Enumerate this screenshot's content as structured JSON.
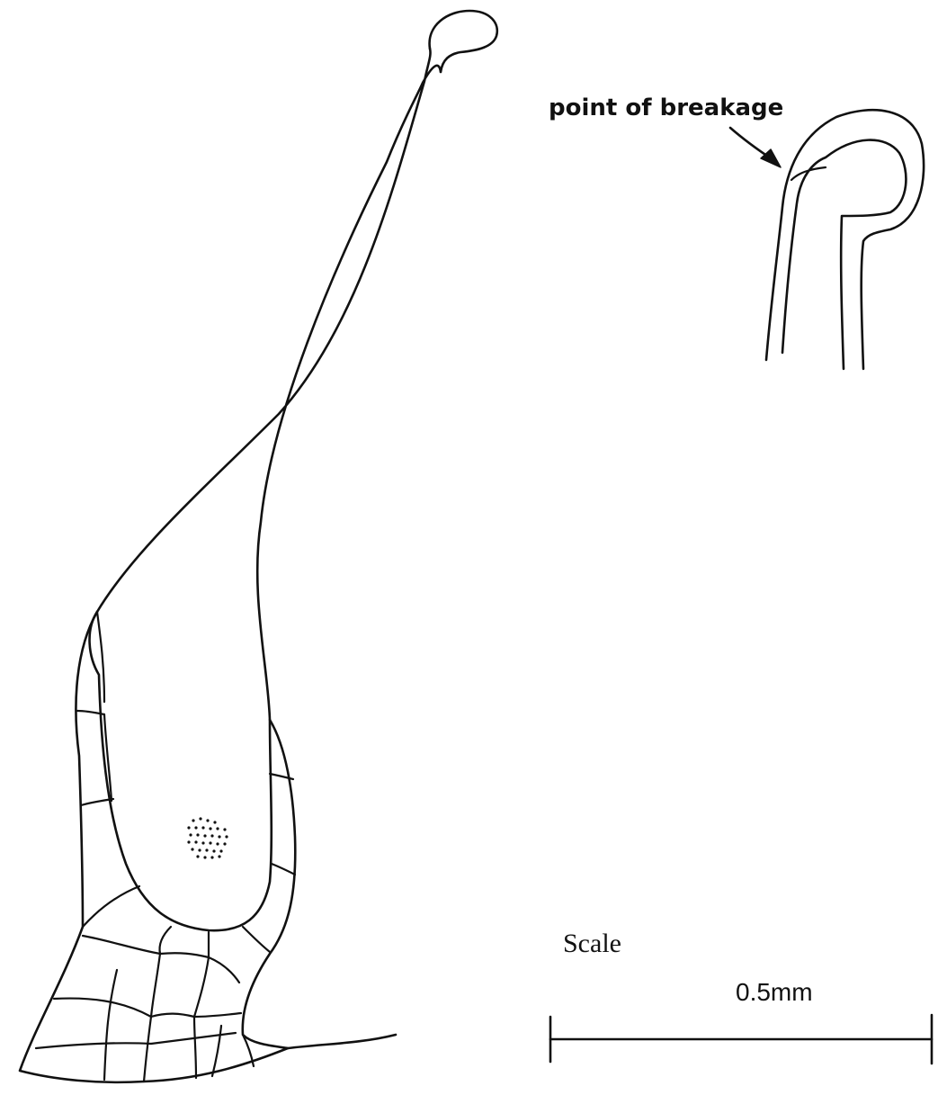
{
  "annotation": {
    "text": "point of breakage"
  },
  "scale": {
    "title": "Scale",
    "value": "0.5mm"
  }
}
